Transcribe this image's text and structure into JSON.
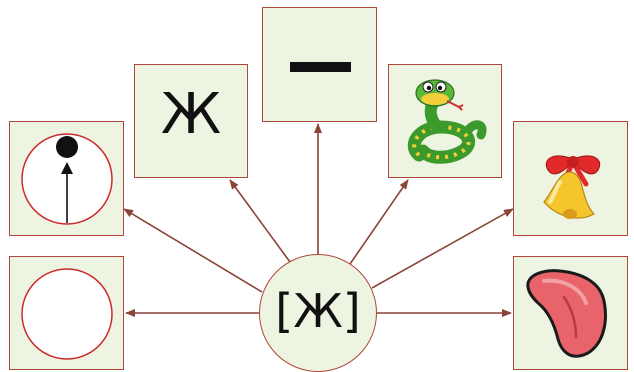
{
  "center": {
    "label": "[Ж]"
  },
  "cards": {
    "letter": {
      "glyph": "Ж"
    }
  },
  "colors": {
    "card_fill": "#eef4e2",
    "border": "#b0473a",
    "arrow": "#8a4438"
  },
  "icons": [
    "circle-with-arrow-icon",
    "letter-zh",
    "dash-icon",
    "snake-icon",
    "bell-icon",
    "empty-circle-icon",
    "tongue-icon"
  ]
}
